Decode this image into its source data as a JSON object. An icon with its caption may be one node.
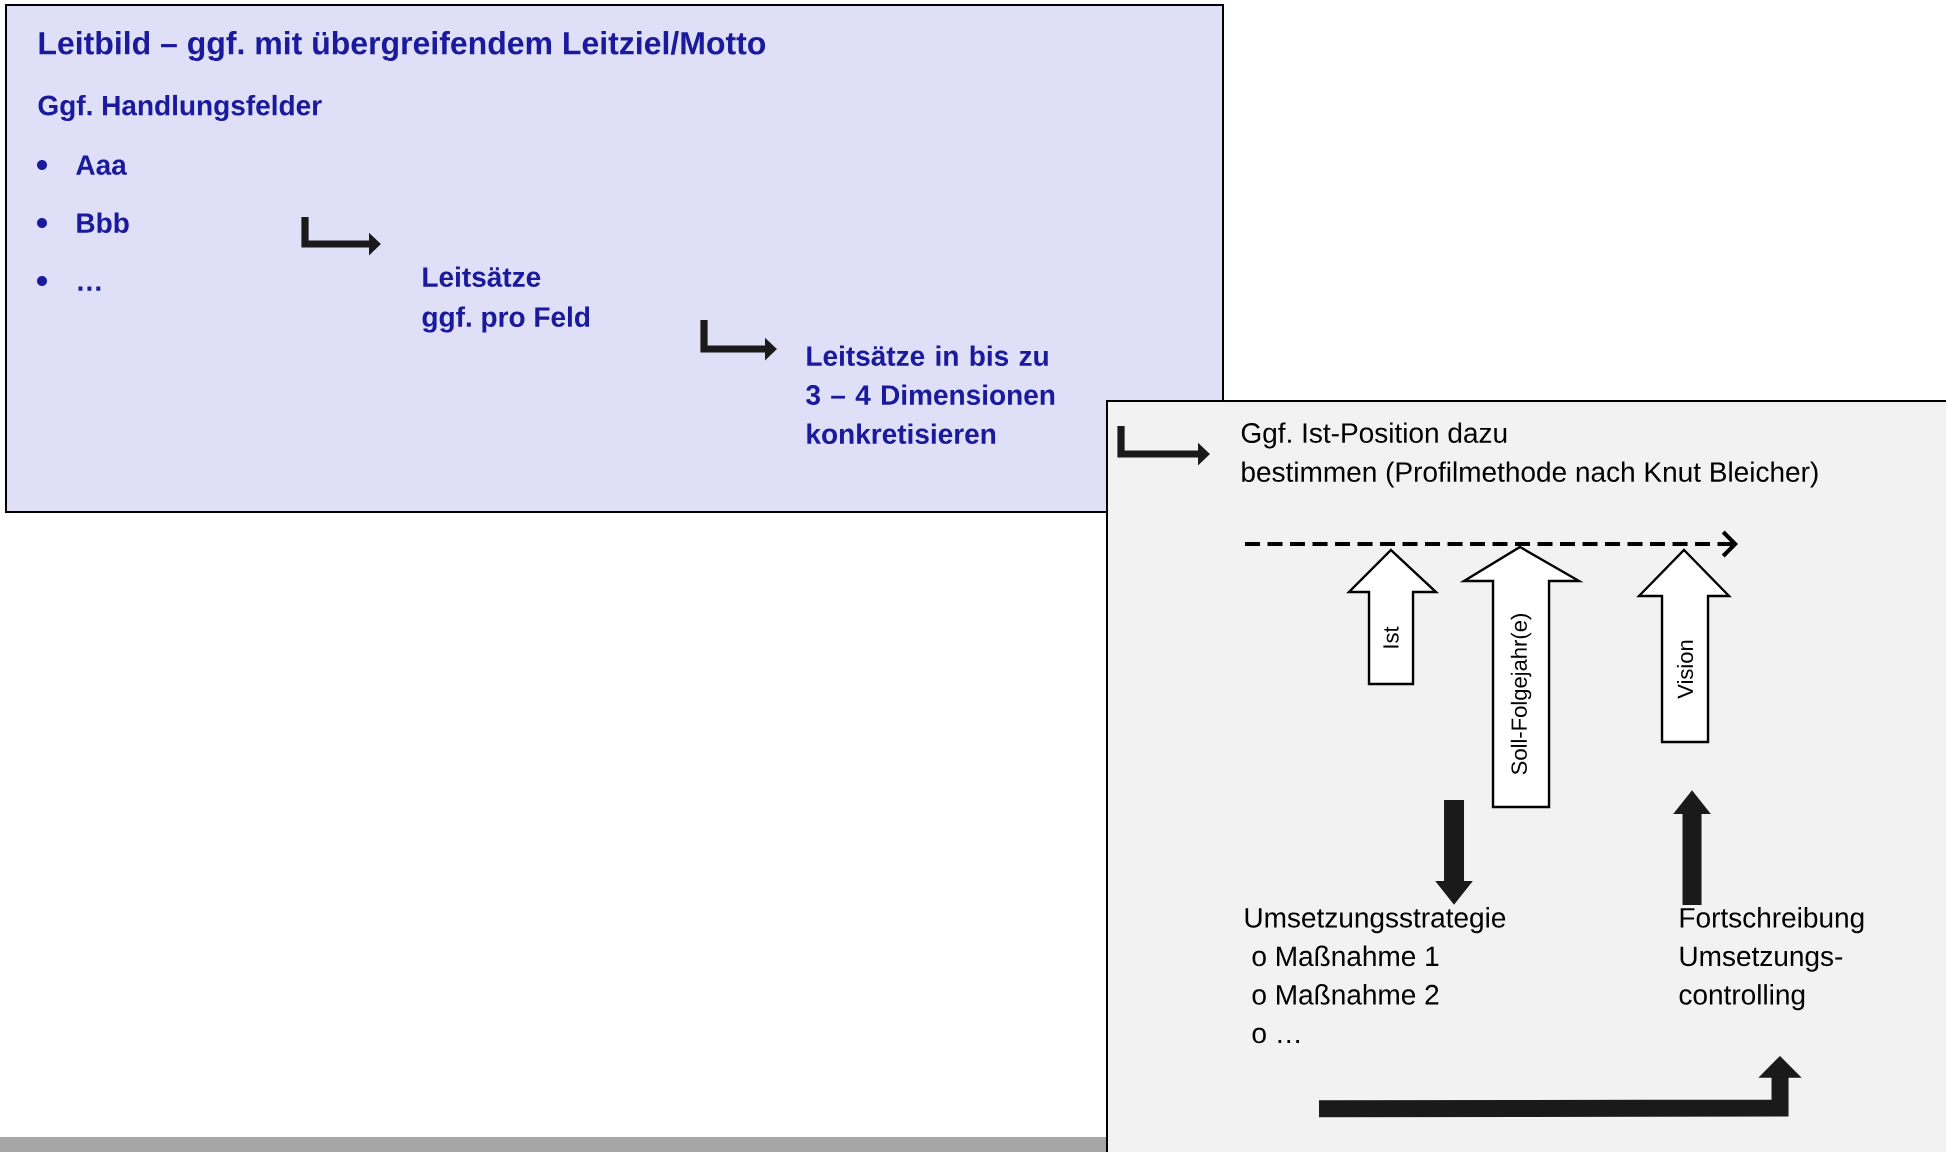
{
  "diagram": {
    "nodes": [
      {
        "text": [
          "Leitbild – ggf. mit übergreifendem Leitziel/Motto",
          "Ggf. Handlungsfelder"
        ]
      },
      {
        "text": [
          "Aaa",
          "Bbb",
          "…"
        ],
        "in": 0
      },
      {
        "text": [
          "Leitsätze ggf. pro Feld"
        ],
        "in": 0
      },
      {
        "text": [
          "Leitsätze in bis zu 3 – 4 Dimensionen konkretisieren"
        ],
        "in": 0
      },
      {
        "text": [],
        "shape": "box"
      },
      {
        "text": [
          "Ggf. Ist-Position dazu bestimmen (Profilmethode nach Knut Bleicher)"
        ],
        "in": 4
      },
      {
        "text": [
          "Ist"
        ],
        "in": 4
      },
      {
        "text": [
          "Soll-Folgejahr(e)"
        ],
        "in": 4
      },
      {
        "text": [
          "Vision"
        ],
        "in": 4
      },
      {
        "text": [
          "Umsetzungsstrategie",
          "o Maßnahme 1",
          "o Maßnahme 2",
          "o …"
        ],
        "in": 4
      },
      {
        "text": [
          "Fortschreibung",
          "Umsetzungs- controlling"
        ],
        "in": 4
      }
    ],
    "edges": [
      {
        "from": null,
        "to": 2,
        "arrow": "to"
      },
      {
        "from": null,
        "to": 3,
        "arrow": "to"
      },
      {
        "from": null,
        "to": 5,
        "arrow": "to"
      },
      {
        "from": null,
        "to": 9,
        "arrow": "to",
        "style": "thick"
      },
      {
        "from": 10,
        "to": null,
        "arrow": "to",
        "style": "thick"
      },
      {
        "from": 9,
        "to": 10,
        "arrow": "to",
        "style": "thick"
      }
    ]
  }
}
